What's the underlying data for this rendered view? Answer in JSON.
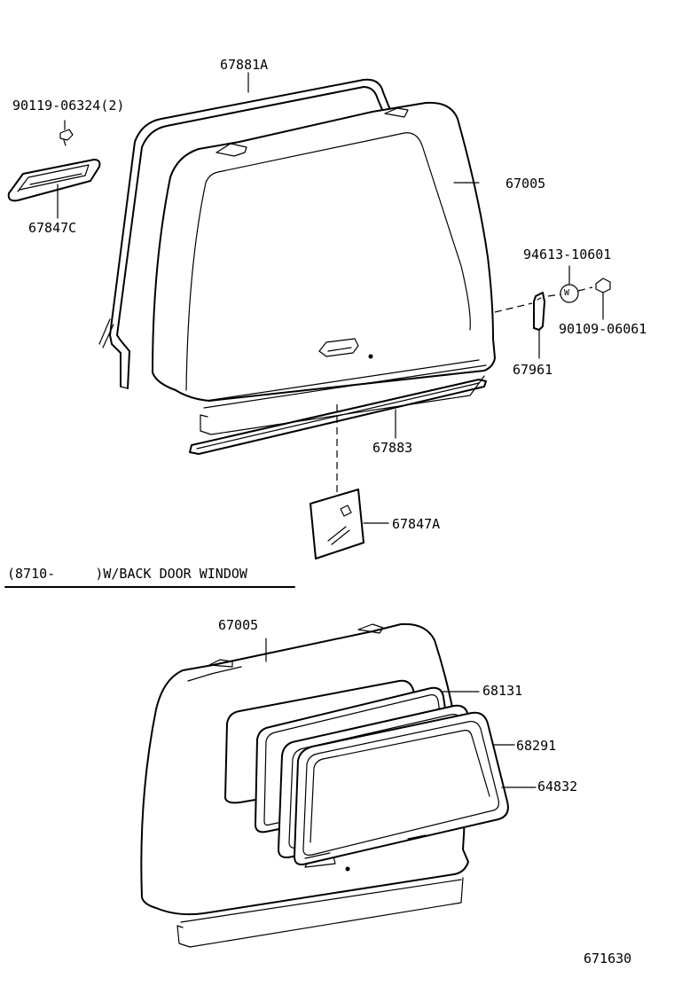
{
  "labels": {
    "p67881A": "67881A",
    "p90119": "90119-06324(2)",
    "p67847C": "67847C",
    "p67005_top": "67005",
    "p94613": "94613-10601",
    "p90109": "90109-06061",
    "p67961": "67961",
    "p67883": "67883",
    "p67847A": "67847A",
    "p67005_bottom": "67005",
    "p68131": "68131",
    "p68291": "68291",
    "p64832": "64832"
  },
  "section_label": "(8710-     )W/BACK DOOR WINDOW",
  "figure_id": "671630",
  "icons": {
    "washer_mark": "W"
  }
}
